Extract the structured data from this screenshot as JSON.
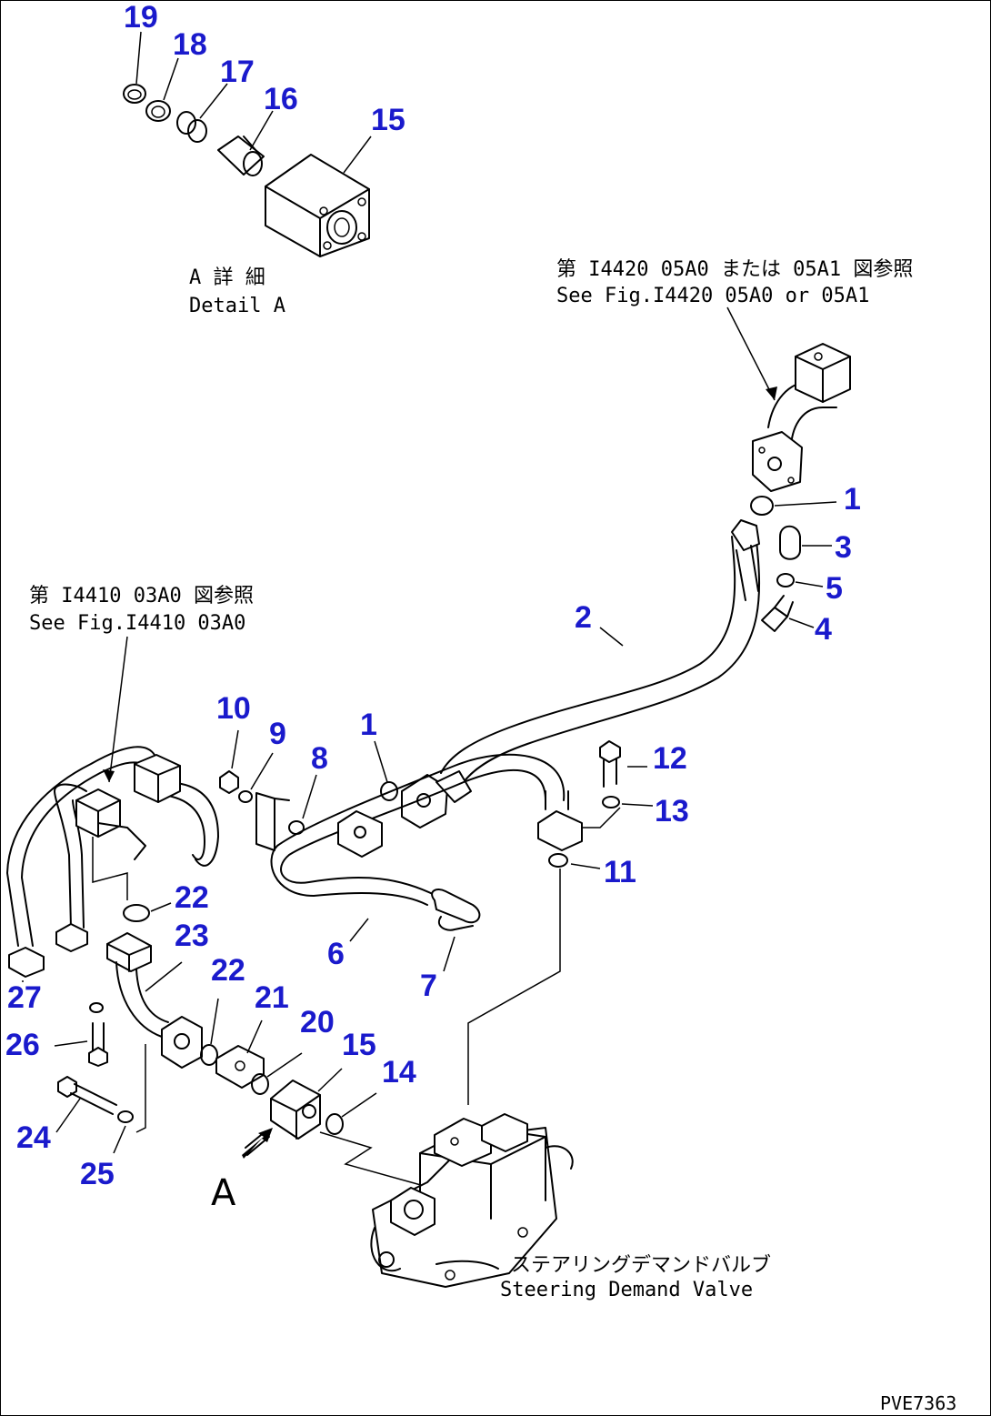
{
  "detail": {
    "title_jp": "A 詳 細",
    "title_en": "Detail A"
  },
  "references": {
    "top_right_jp": "第 I4420 05A0 または 05A1 図参照",
    "top_right_en": "See Fig.I4420 05A0 or 05A1",
    "left_jp": "第 I4410 03A0 図参照",
    "left_en": "See Fig.I4410 03A0"
  },
  "valve": {
    "label_jp": "ステアリングデマンドバルブ",
    "label_en": "Steering Demand Valve"
  },
  "view_marker": "A",
  "drawing_code": "PVE7363",
  "colors": {
    "part_number": "#1a1acc",
    "line": "#000000"
  },
  "part_numbers": {
    "p1a": "1",
    "p1b": "1",
    "p2": "2",
    "p3": "3",
    "p4": "4",
    "p5": "5",
    "p6": "6",
    "p7": "7",
    "p8": "8",
    "p9": "9",
    "p10": "10",
    "p11": "11",
    "p12": "12",
    "p13": "13",
    "p14": "14",
    "p15a": "15",
    "p15b": "15",
    "p16": "16",
    "p17": "17",
    "p18": "18",
    "p19": "19",
    "p20": "20",
    "p21": "21",
    "p22a": "22",
    "p22b": "22",
    "p23": "23",
    "p24": "24",
    "p25": "25",
    "p26": "26",
    "p27": "27"
  }
}
